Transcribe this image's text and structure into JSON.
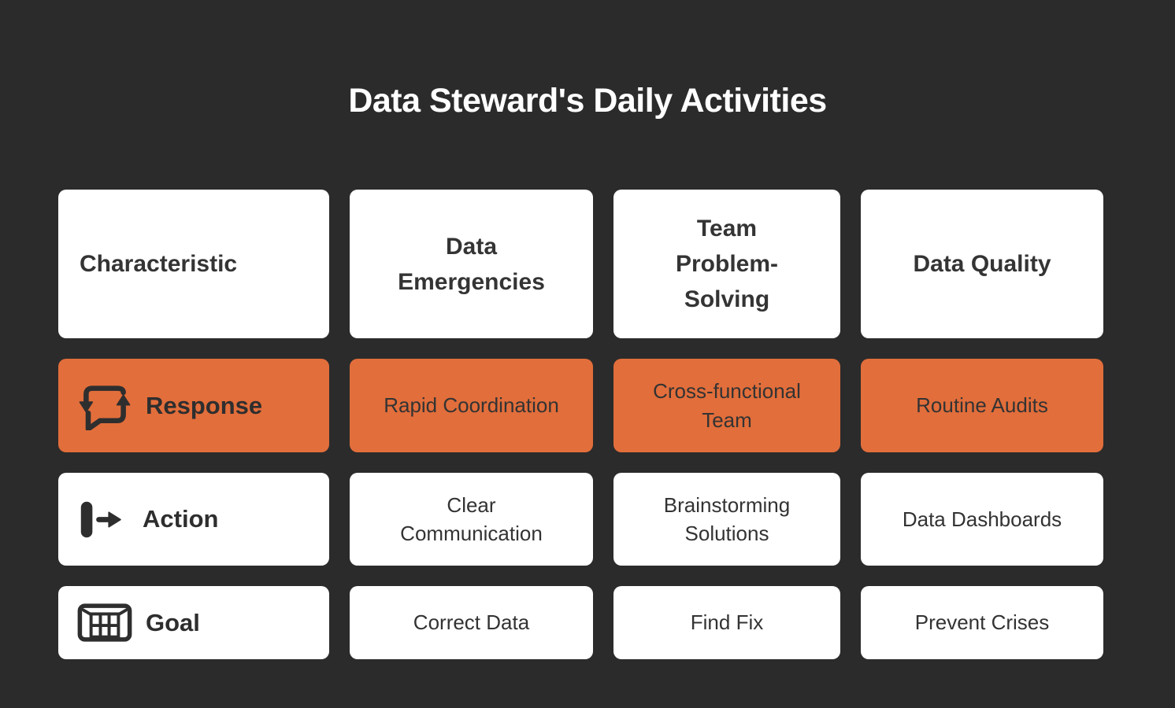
{
  "title": "Data Steward's Daily Activities",
  "colors": {
    "background": "#2b2b2b",
    "card": "#ffffff",
    "accent": "#e26e3b",
    "text_dark": "#333333",
    "title_text": "#ffffff"
  },
  "matrix": {
    "headers": [
      "Characteristic",
      "Data\nEmergencies",
      "Team\nProblem-\nSolving",
      "Data Quality"
    ],
    "rows": [
      {
        "label": "Response",
        "icon": "comment-arrows-icon",
        "highlighted": true,
        "values": [
          "Rapid Coordination",
          "Cross-functional\nTeam",
          "Routine Audits"
        ]
      },
      {
        "label": "Action",
        "icon": "arrow-from-bar-icon",
        "highlighted": false,
        "values": [
          "Clear\nCommunication",
          "Brainstorming\nSolutions",
          "Data Dashboards"
        ]
      },
      {
        "label": "Goal",
        "icon": "goal-net-icon",
        "highlighted": false,
        "values": [
          "Correct Data",
          "Find Fix",
          "Prevent Crises"
        ]
      }
    ]
  }
}
